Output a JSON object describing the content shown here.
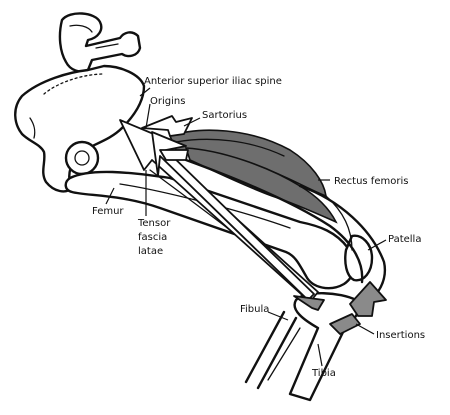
{
  "labels": {
    "asis": "Anterior superior iliac spine",
    "origins": "Origins",
    "sartorius": "Sartorius",
    "rectus": "Rectus femoris",
    "femur": "Femur",
    "tfl_1": "Tensor",
    "tfl_2": "fascia",
    "tfl_3": "latae",
    "patella": "Patella",
    "fibula": "Fibula",
    "insertions": "Insertions",
    "tibia": "Tibia"
  },
  "colors": {
    "ink": "#111111",
    "muscle": "#6e6e6e",
    "arrow_gray": "#8a8a8a",
    "paper": "#ffffff"
  }
}
